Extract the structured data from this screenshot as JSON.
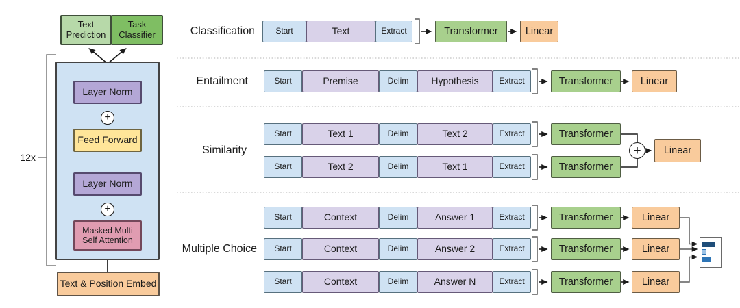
{
  "architecture": {
    "text_prediction": "Text Prediction",
    "task_classifier": "Task Classifier",
    "layer_norm": "Layer Norm",
    "feed_forward": "Feed Forward",
    "masked_attention": "Masked Multi Self Attention",
    "embed": "Text & Position Embed",
    "repeat_label": "12x",
    "plus": "+"
  },
  "tasks": {
    "classification": {
      "label": "Classification",
      "tokens": [
        "Start",
        "Text",
        "Extract"
      ],
      "transformer": "Transformer",
      "linear": "Linear"
    },
    "entailment": {
      "label": "Entailment",
      "tokens": [
        "Start",
        "Premise",
        "Delim",
        "Hypothesis",
        "Extract"
      ],
      "transformer": "Transformer",
      "linear": "Linear"
    },
    "similarity": {
      "label": "Similarity",
      "rows": [
        [
          "Start",
          "Text 1",
          "Delim",
          "Text 2",
          "Extract"
        ],
        [
          "Start",
          "Text 2",
          "Delim",
          "Text 1",
          "Extract"
        ]
      ],
      "transformer": "Transformer",
      "linear": "Linear",
      "plus": "+"
    },
    "multiple_choice": {
      "label": "Multiple Choice",
      "rows": [
        [
          "Start",
          "Context",
          "Delim",
          "Answer 1",
          "Extract"
        ],
        [
          "Start",
          "Context",
          "Delim",
          "Answer 2",
          "Extract"
        ],
        [
          "Start",
          "Context",
          "Delim",
          "Answer N",
          "Extract"
        ]
      ],
      "transformer": "Transformer",
      "linear": "Linear"
    }
  },
  "colors": {
    "token_blue": "#cfe2f3",
    "token_purple": "#d9d2e9",
    "transformer_green": "#a8d08d",
    "linear_orange": "#f9cb9c",
    "text_prediction_green": "#b7d9a9",
    "task_classifier_green": "#7fbe63",
    "layer_norm_purple": "#b4a7d6",
    "feed_forward_yellow": "#ffe599",
    "attention_pink": "#e09cb1",
    "embed_orange": "#f9cb9c",
    "block_blue": "#cfe2f3",
    "score_bar_dark": "#1f4e79",
    "score_bar_light": "#9dc3e6",
    "score_bar_mid": "#2e75b6"
  }
}
